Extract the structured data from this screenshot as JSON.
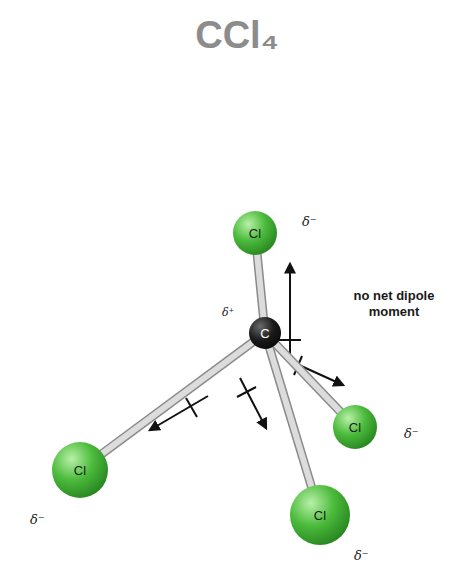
{
  "diagram": {
    "title": "CCl₄",
    "nodes": [
      {
        "text": [
          "Cl"
        ]
      },
      {
        "text": [
          "C"
        ]
      },
      {
        "text": [
          "Cl"
        ]
      },
      {
        "text": [
          "Cl"
        ]
      },
      {
        "text": [
          "Cl"
        ]
      }
    ],
    "edges": [
      {
        "from": 1,
        "to": 0,
        "arrow": "none"
      },
      {
        "from": 1,
        "to": 2,
        "arrow": "none"
      },
      {
        "from": 1,
        "to": 3,
        "arrow": "none"
      },
      {
        "from": 1,
        "to": 4,
        "arrow": "none"
      }
    ],
    "labels": [
      "δ⁻",
      "δ⁺",
      "δ⁻",
      "δ⁻",
      "δ⁻",
      "no net dipole moment"
    ]
  }
}
